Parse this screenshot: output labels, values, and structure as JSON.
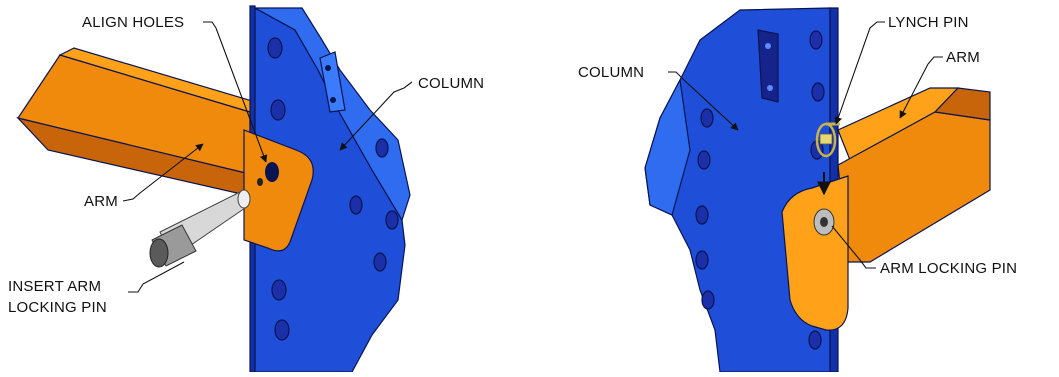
{
  "colors": {
    "column_light": "#2f6cf0",
    "column_mid": "#1f4fd8",
    "column_dark": "#1230a8",
    "arm_light": "#ffa21a",
    "arm_mid": "#f08a0c",
    "arm_dark": "#c8640a",
    "outline": "#0a1450",
    "label": "#111111"
  },
  "left_view": {
    "labels": {
      "align_holes": "ALIGN HOLES",
      "column": "COLUMN",
      "arm": "ARM",
      "insert_pin_line1": "INSERT ARM",
      "insert_pin_line2": "LOCKING PIN"
    }
  },
  "right_view": {
    "labels": {
      "lynch_pin": "LYNCH PIN",
      "column": "COLUMN",
      "arm": "ARM",
      "arm_locking_pin": "ARM LOCKING PIN"
    }
  }
}
